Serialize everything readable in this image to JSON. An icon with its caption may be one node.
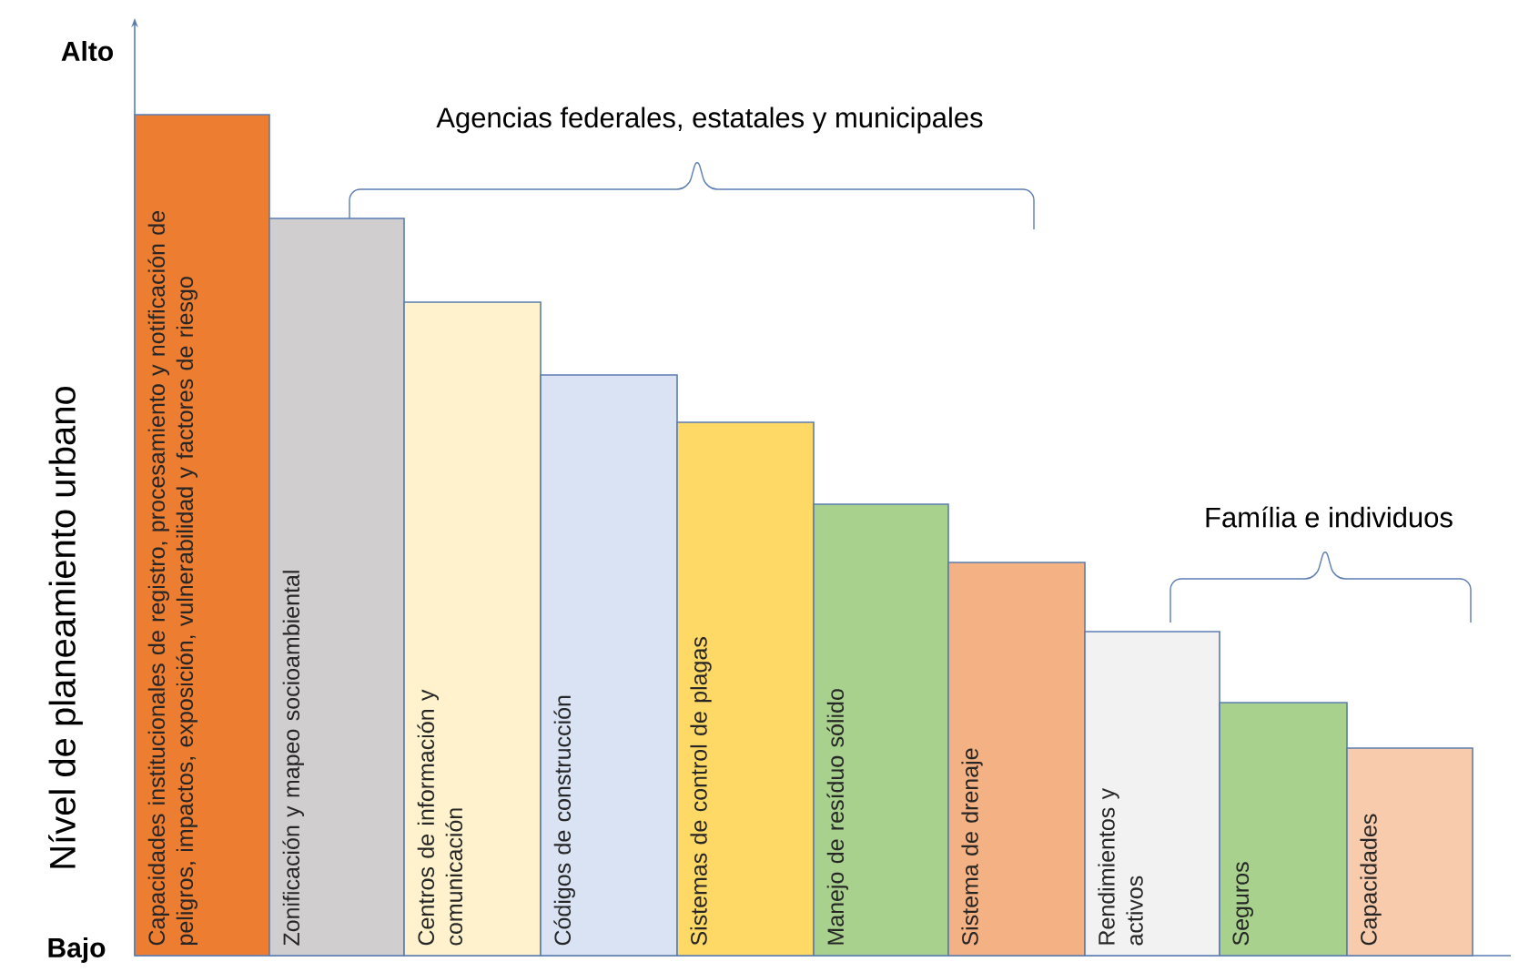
{
  "diagram": {
    "nodes": [
      {
        "text": [
          "Capacidades institucionales de registro, procesamiento y notificación de peligros, impactos, exposición, vulnerabilidad y factores de riesgo"
        ]
      },
      {
        "text": [
          "Zonificación y mapeo socioambiental"
        ]
      },
      {
        "text": [
          "Centros de información y comunicación"
        ]
      },
      {
        "text": [
          "Códigos de construcción"
        ]
      },
      {
        "text": [
          "Sistemas de control de plagas"
        ]
      },
      {
        "text": [
          "Manejo de resíduo sólido"
        ]
      },
      {
        "text": [
          "Sistema de drenaje"
        ]
      },
      {
        "text": [
          "Rendimientos y activos"
        ]
      },
      {
        "text": [
          "Seguros"
        ]
      },
      {
        "text": [
          "Capacidades"
        ]
      }
    ],
    "labels": [
      "Alto",
      "Agencias federales, estatales y municipales",
      "Família e individuos",
      "Nível de planeamiento urbano",
      "Bajo"
    ]
  }
}
